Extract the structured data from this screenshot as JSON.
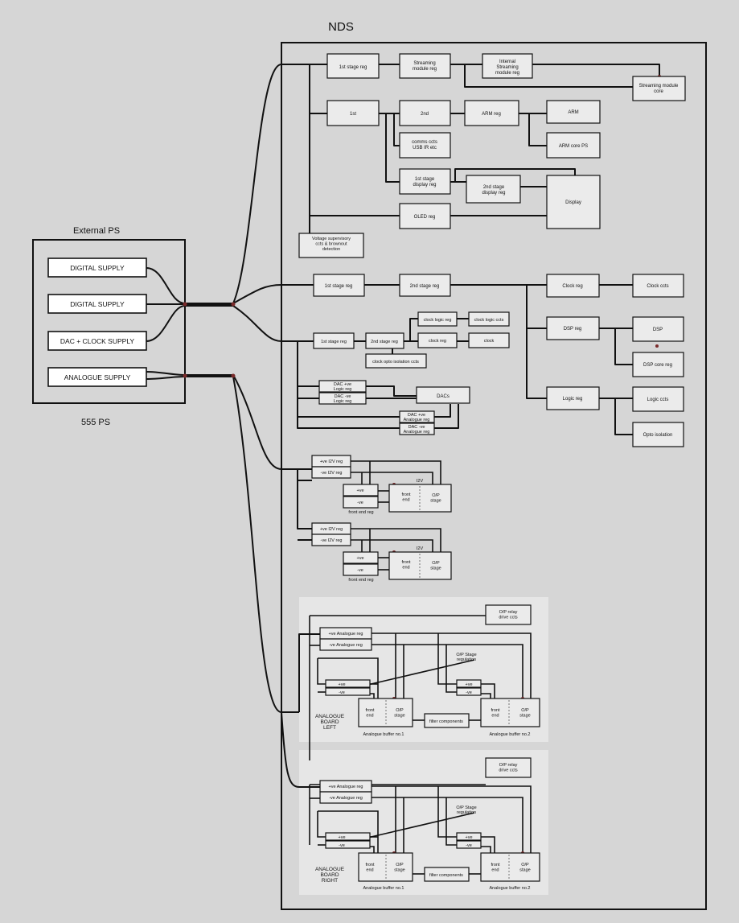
{
  "title": "NDS",
  "external_ps": {
    "title": "External PS",
    "footer": "555 PS",
    "supplies": [
      "DIGITAL SUPPLY",
      "DIGITAL SUPPLY",
      "DAC + CLOCK SUPPLY",
      "ANALOGUE SUPPLY"
    ]
  },
  "streaming": {
    "first_reg": "1st stage reg",
    "module_reg": "Streaming module reg",
    "internal_reg": "Internal Streaming module reg",
    "core": "Streaming module core"
  },
  "digital": {
    "first": "1st",
    "second": "2nd",
    "arm_reg": "ARM reg",
    "arm": "ARM",
    "arm_core_ps": "ARM core PS",
    "comms": "comms ccts USB IR etc",
    "display_1st": "1st stage display reg",
    "display_2nd": "2nd stage display reg",
    "display": "Display",
    "oled_reg": "OLED reg",
    "supervisory": "Voltage supervisory ccts & brownout detection"
  },
  "clock_dsp": {
    "first_reg": "1st stage reg",
    "second_reg": "2nd stage reg",
    "clock_reg": "Clock reg",
    "clock_ccts": "Clock ccts",
    "dsp_reg": "DSP reg",
    "dsp": "DSP",
    "dsp_core_reg": "DSP core reg",
    "logic_reg": "Logic reg",
    "logic_ccts": "Logic ccts",
    "opto_isolation": "Opto isolation"
  },
  "dac_clock": {
    "first_reg": "1st stage reg",
    "second_reg": "2nd stage reg",
    "clock_logic_reg": "clock logic reg",
    "clock_logic_ccts": "clock logic ccts",
    "clock_reg": "clock reg",
    "clock": "clock",
    "opto": "clock opto isolation ccts",
    "dac_pos_logic": "DAC +ve Logic reg",
    "dac_neg_logic": "DAC -ve Logic reg",
    "dacs": "DACs",
    "dac_pos_analogue": "DAC +ve Analogue reg",
    "dac_neg_analogue": "DAC -ve Analogue reg"
  },
  "analogue_regs": [
    {
      "pos": "+ve I2V reg",
      "neg": "-ve I2V reg",
      "fe_pos": "+ve",
      "fe_neg": "-ve",
      "fe_reg": "front end reg",
      "i2v": "I2V",
      "front_end": "front end",
      "op_stage": "O/P stage"
    },
    {
      "pos": "+ve I2V reg",
      "neg": "-ve I2V reg",
      "fe_pos": "+ve",
      "fe_neg": "-ve",
      "fe_reg": "front end reg",
      "i2v": "I2V",
      "front_end": "front end",
      "op_stage": "O/P stage"
    }
  ],
  "boards": [
    {
      "name": "ANALOGUE BOARD LEFT",
      "relay": "O/P relay drive ccts",
      "pos_reg": "+ve Analogue reg",
      "neg_reg": "-ve Analogue reg",
      "op_reg": "O/P Stage regulation",
      "pos": "+ve",
      "neg": "-ve",
      "front_end": "front end",
      "op_stage": "O/P stage",
      "filter": "filter components",
      "buffer1": "Analogue buffer no.1",
      "buffer2": "Analogue buffer no.2"
    },
    {
      "name": "ANALOGUE BOARD RIGHT",
      "relay": "O/P relay drive ccts",
      "pos_reg": "+ve Analogue reg",
      "neg_reg": "-ve Analogue reg",
      "op_reg": "O/P Stage regulation",
      "pos": "+ve",
      "neg": "-ve",
      "front_end": "front end",
      "op_stage": "O/P stage",
      "filter": "filter components",
      "buffer1": "Analogue buffer no.1",
      "buffer2": "Analogue buffer no.2"
    }
  ]
}
